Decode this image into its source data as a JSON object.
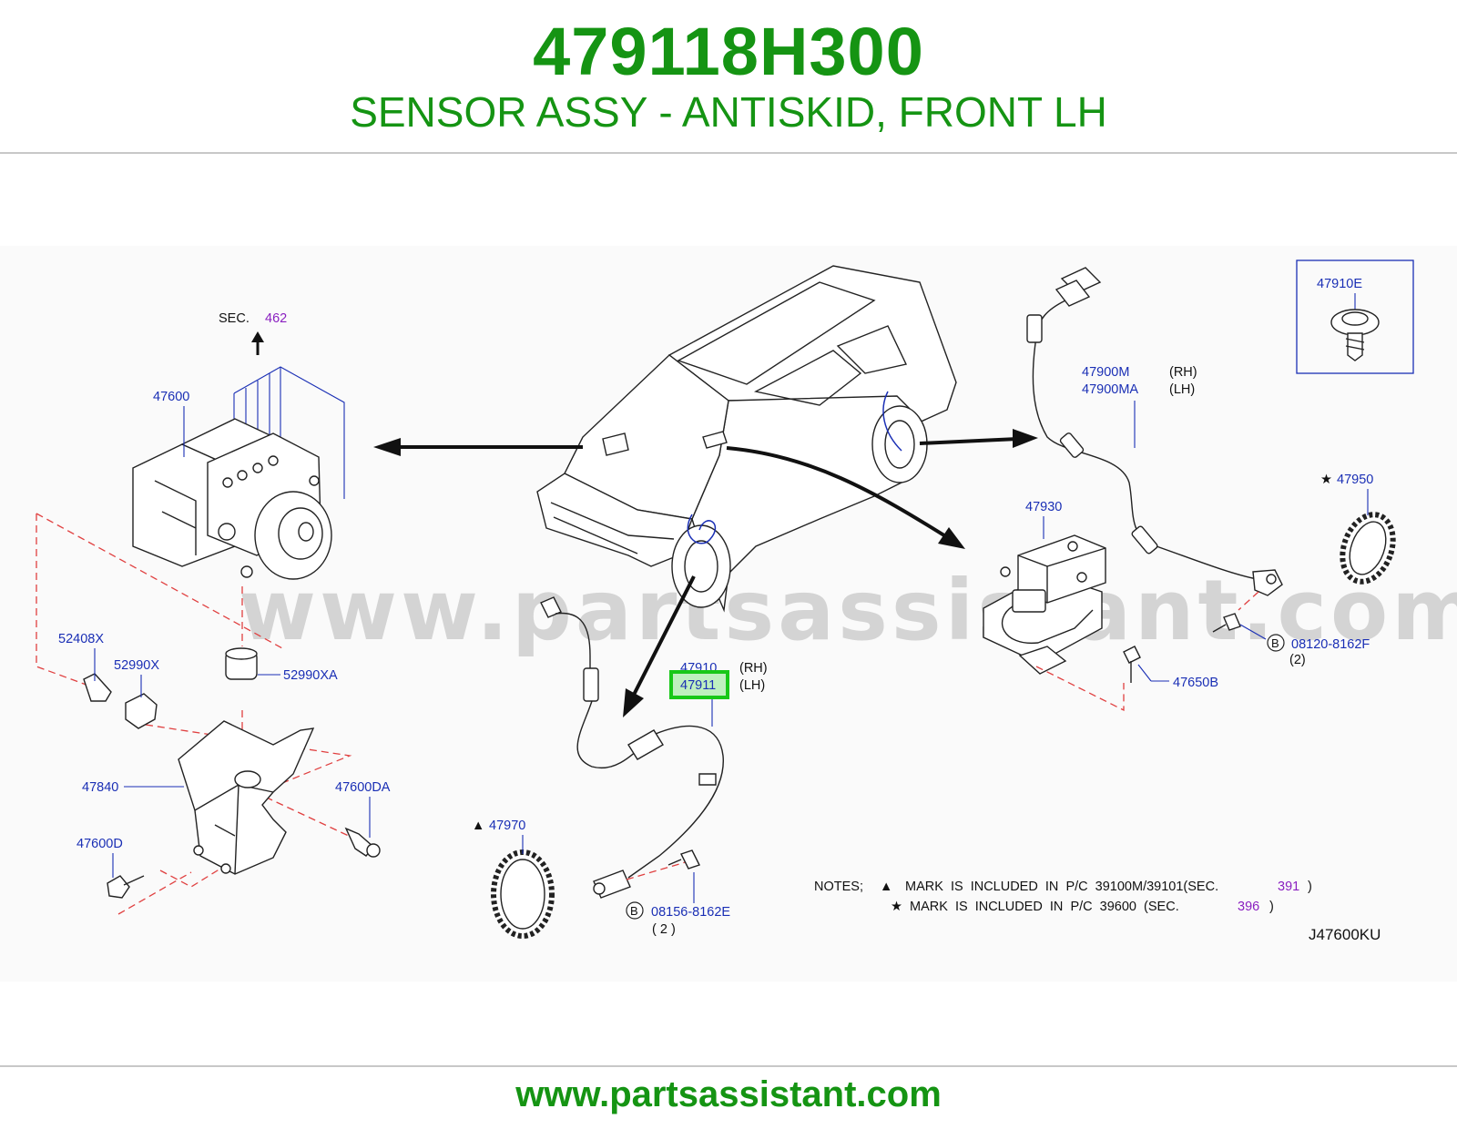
{
  "header": {
    "part_number": "479118H300",
    "description": "SENSOR ASSY - ANTISKID, FRONT LH"
  },
  "diagram": {
    "watermark": "www.partsassistant.com",
    "section_ref": {
      "prefix": "SEC.",
      "number": "462"
    },
    "callouts": {
      "c47600": "47600",
      "c52408x": "52408X",
      "c52990x": "52990X",
      "c52990xa": "52990XA",
      "c47840": "47840",
      "c47600da": "47600DA",
      "c47600d": "47600D",
      "c47970": "47970",
      "c47910": "47910",
      "c47910_side": "(RH)",
      "c47911": "47911",
      "c47911_side": "(LH)",
      "c08156": "08156-8162E",
      "c08156_qty": "( 2 )",
      "c47930": "47930",
      "c47650b": "47650B",
      "c47900m": "47900M",
      "c47900m_side": "(RH)",
      "c47900ma": "47900MA",
      "c47900ma_side": "(LH)",
      "c47910e": "47910E",
      "c47950": "47950",
      "c08120": "08120-8162F",
      "c08120_qty": "(2)",
      "bolt_mark": "B",
      "triangle_mark": "▲",
      "star_mark": "★"
    },
    "notes": {
      "line1_prefix": "NOTES;",
      "line1_text": "MARK  IS  INCLUDED  IN  P/C  39100M/39101(SEC.",
      "line1_sec": "391",
      "line1_close": ")",
      "line2_text": "MARK  IS  INCLUDED  IN  P/C  39600  (SEC.",
      "line2_sec": "396",
      "line2_close": ")"
    },
    "diagram_code": "J47600KU",
    "highlighted_part": "47911"
  },
  "footer": {
    "url": "www.partsassistant.com"
  },
  "colors": {
    "brand_green": "#159413",
    "callout_blue": "#1a2fb5",
    "section_purple": "#8a1fc0",
    "highlight_green": "#18c818",
    "dash_red": "#e04040"
  }
}
